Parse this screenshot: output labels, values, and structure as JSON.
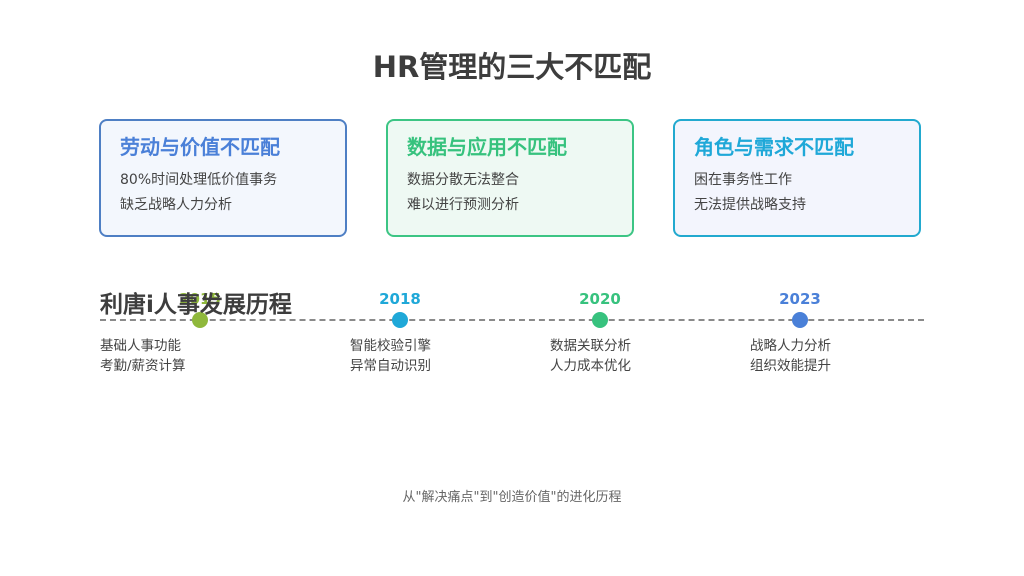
{
  "title": "HR管理的三大不匹配",
  "cards": [
    {
      "title": "劳动与价值不匹配",
      "lines": [
        "80%时间处理低价值事务",
        "缺乏战略人力分析"
      ]
    },
    {
      "title": "数据与应用不匹配",
      "lines": [
        "数据分散无法整合",
        "难以进行预测分析"
      ]
    },
    {
      "title": "角色与需求不匹配",
      "lines": [
        "困在事务性工作",
        "无法提供战略支持"
      ]
    }
  ],
  "timeline": {
    "title": "利唐i人事发展历程",
    "milestones": [
      {
        "year": "2015",
        "color": "#8fb83c",
        "lines": [
          "基础人事功能",
          "考勤/薪资计算"
        ]
      },
      {
        "year": "2018",
        "color": "#1fa8d8",
        "lines": [
          "智能校验引擎",
          "异常自动识别"
        ]
      },
      {
        "year": "2020",
        "color": "#37c27e",
        "lines": [
          "数据关联分析",
          "人力成本优化"
        ]
      },
      {
        "year": "2023",
        "color": "#4a80d8",
        "lines": [
          "战略人力分析",
          "组织效能提升"
        ]
      }
    ]
  },
  "footer": "从\"解决痛点\"到\"创造价值\"的进化历程"
}
